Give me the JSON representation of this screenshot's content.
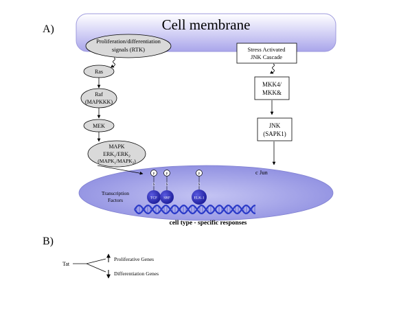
{
  "panels": {
    "a": "A)",
    "b": "B)"
  },
  "membrane": {
    "label": "Cell membrane",
    "fill": "#b9b6ee"
  },
  "left_pathway": {
    "signal": [
      "Proliferation/differentiation",
      "signals (RTK)"
    ],
    "ras": "Ras",
    "raf": [
      "Raf",
      "(MAPKKK)"
    ],
    "mek": "MEK",
    "mapk_title": "MAPK",
    "mapk_erk": [
      "ERK",
      "1",
      "/ERK",
      "2"
    ],
    "mapk_sub": [
      "(MAPK",
      "1",
      "/MAPK",
      "2",
      ")"
    ]
  },
  "right_pathway": {
    "stress": [
      "Stress Activated",
      "JNK Cascade"
    ],
    "mkk": [
      "MKK4/",
      "MKK&"
    ],
    "jnk": [
      "JNK",
      "(SAPK1)"
    ]
  },
  "nucleus": {
    "fill": "#9b9be6",
    "c_jun": "c Jun",
    "tf_label": [
      "Transcription",
      "Factors"
    ],
    "phospho": "P",
    "link": "S",
    "factors": [
      "TCF",
      "SRF",
      "ELK-1"
    ],
    "factor_color": "#2b2bb0",
    "dna_color": "#2a3ac8",
    "responses": "cell type - specific responses"
  },
  "panel_b": {
    "source": "Tat",
    "up": "Proliferative Genes",
    "down": "Differentiation Genes"
  }
}
